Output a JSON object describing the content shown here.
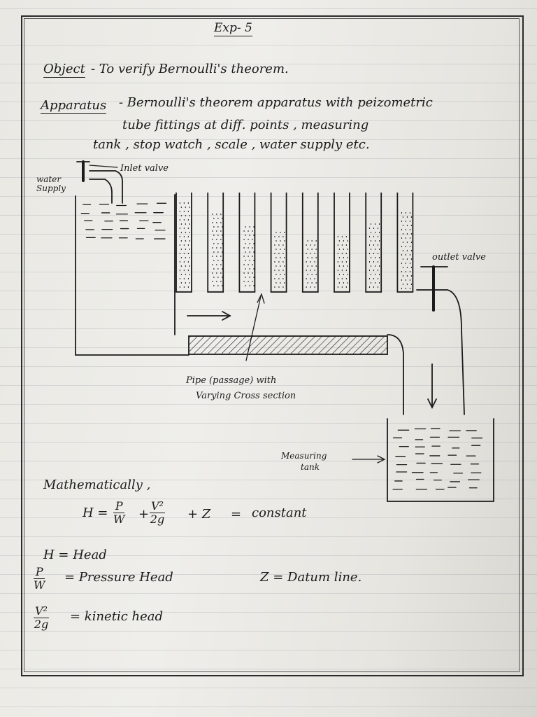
{
  "heading": {
    "exp": "Exp- 5"
  },
  "object": {
    "label": "Object",
    "text": "- To verify Bernoulli's theorem."
  },
  "apparatus": {
    "label": "Apparatus",
    "line1": "- Bernoulli's theorem apparatus with peizometric",
    "line2": "tube fittings at diff. points , measuring",
    "line3": "tank , stop watch , scale , water supply etc."
  },
  "diagram": {
    "inlet_valve": "Inlet valve",
    "water_supply": "water Supply",
    "outlet_valve": "outlet valve",
    "pipe_label_1": "Pipe (passage) with",
    "pipe_label_2": "Varying Cross section",
    "tank_label_1": "Measuring",
    "tank_label_2": "tank",
    "piezometer_count": 8
  },
  "math": {
    "intro": "Mathematically ,",
    "eq_lhs": "H =",
    "eq_p": "P",
    "eq_w": "W",
    "eq_plus": "+",
    "eq_v2": "V²",
    "eq_2g": "2g",
    "eq_z": "+ Z",
    "eq_eq": "=",
    "eq_rhs": "constant",
    "def_h": "H = Head",
    "def_p_num": "P",
    "def_p_den": "W",
    "def_p_text": "= Pressure Head",
    "def_z": "Z = Datum line.",
    "def_v_num": "V²",
    "def_v_den": "2g",
    "def_v_text": "= kinetic head"
  }
}
